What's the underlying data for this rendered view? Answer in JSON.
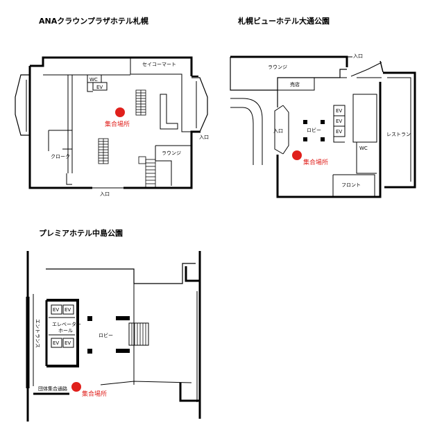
{
  "plans": [
    {
      "title": "ANAクラウンプラザホテル札幌",
      "labels": {
        "shop": "セイコーマート",
        "wc": "WC",
        "ev": "EV",
        "meeting": "集合場所",
        "cloak": "クローク",
        "lounge": "ラウンジ",
        "entrance_right": "入口",
        "entrance_bottom": "入口"
      },
      "accent": "#e0201c"
    },
    {
      "title": "札幌ビューホテル大通公園",
      "labels": {
        "lounge": "ラウンジ",
        "entrance_top": "入口",
        "shop": "売店",
        "ev1": "EV",
        "ev2": "EV",
        "ev3": "EV",
        "lobby": "ロビー",
        "entrance_left": "入口",
        "meeting": "集合場所",
        "wc": "WC",
        "restaurant": "レストラン",
        "front": "フロント"
      },
      "accent": "#e0201c"
    },
    {
      "title": "プレミアホテル中島公園",
      "labels": {
        "ev1": "EV",
        "ev2": "EV",
        "ev3": "EV",
        "ev4": "EV",
        "elevator_hall_1": "エレベーター",
        "elevator_hall_2": "ホール",
        "lobby": "ロビー",
        "entrance": "エントランス",
        "group_path": "団体集合通路",
        "meeting": "集合場所"
      },
      "accent": "#e0201c"
    }
  ]
}
